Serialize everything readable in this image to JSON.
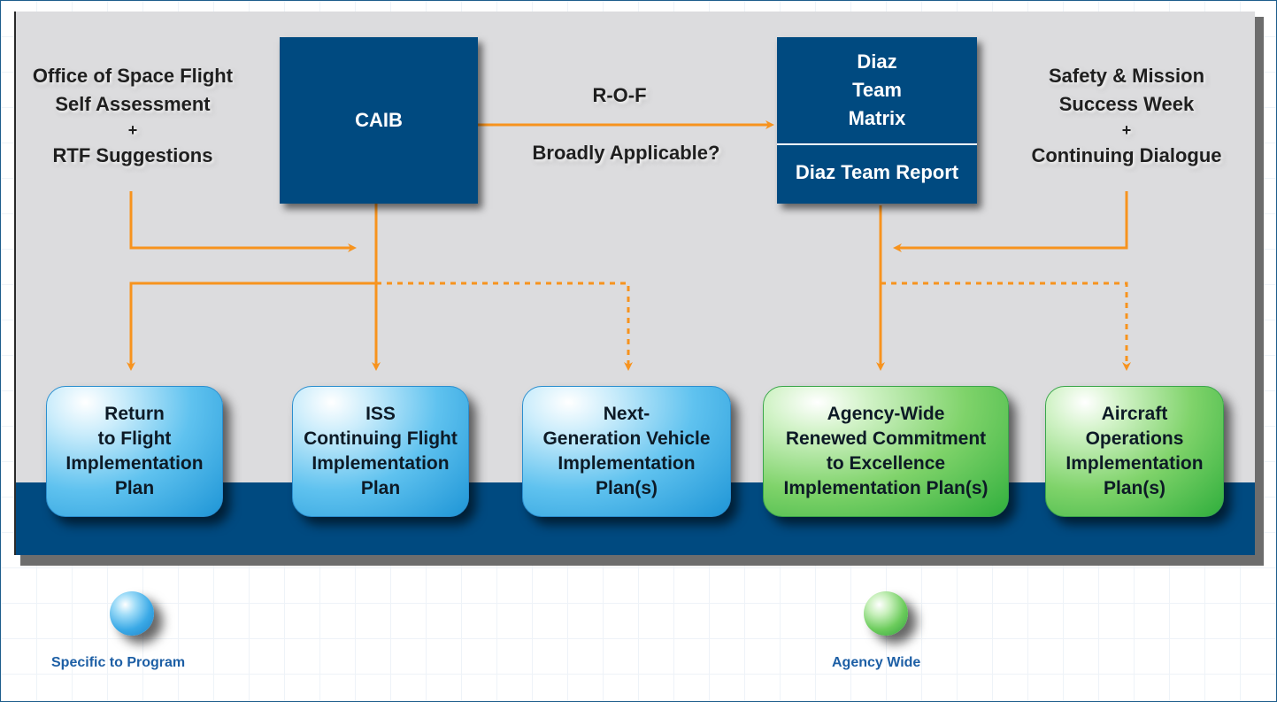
{
  "sources": {
    "left_lines": [
      "Office of Space Flight",
      "Self Assessment",
      "+",
      "RTF Suggestions"
    ],
    "right_lines": [
      "Safety & Mission",
      "Success Week",
      "+",
      "Continuing Dialogue"
    ]
  },
  "caib_box": {
    "label": "CAIB"
  },
  "diaz_box": {
    "title_lines": [
      "Diaz",
      "Team",
      "Matrix"
    ],
    "report_label": "Diaz Team Report"
  },
  "middle_labels": {
    "rof": "R-O-F",
    "question": "Broadly Applicable?"
  },
  "plans": [
    {
      "lines": [
        "Return",
        "to Flight",
        "Implementation",
        "Plan"
      ],
      "category": "program"
    },
    {
      "lines": [
        "ISS",
        "Continuing Flight",
        "Implementation",
        "Plan"
      ],
      "category": "program"
    },
    {
      "lines": [
        "Next-",
        "Generation Vehicle",
        "Implementation",
        "Plan(s)"
      ],
      "category": "program"
    },
    {
      "lines": [
        "Agency-Wide",
        "Renewed Commitment",
        "to Excellence",
        "Implementation Plan(s)"
      ],
      "category": "agency"
    },
    {
      "lines": [
        "Aircraft",
        "Operations",
        "Implementation",
        "Plan(s)"
      ],
      "category": "agency"
    }
  ],
  "legend": {
    "program_label": "Specific to Program",
    "agency_label": "Agency Wide"
  },
  "colors": {
    "navy": "#004a80",
    "arrow": "#f7931e",
    "program": "#1e95d6",
    "agency": "#2fae3c",
    "legend_text": "#1d5fa5"
  }
}
